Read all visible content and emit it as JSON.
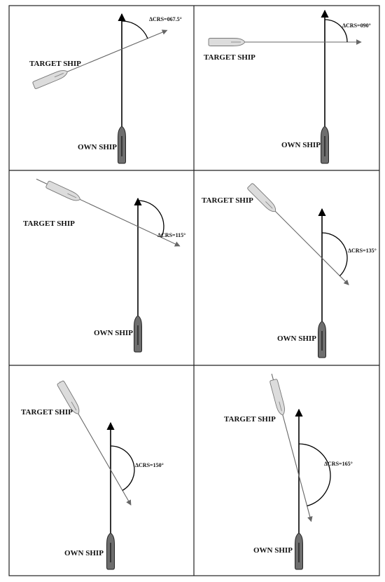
{
  "panels": [
    {
      "target_label": "TARGET SHIP",
      "own_label": "OWN SHIP",
      "angle_label": "ΔCRS=067.5°",
      "relative_course_deg": 67.5
    },
    {
      "target_label": "TARGET SHIP",
      "own_label": "OWN SHIP",
      "angle_label": "ΔCRS=090°",
      "relative_course_deg": 90
    },
    {
      "target_label": "TARGET SHIP",
      "own_label": "OWN SHIP",
      "angle_label": "ΔCRS=115°",
      "relative_course_deg": 115
    },
    {
      "target_label": "TARGET SHIP",
      "own_label": "OWN SHIP",
      "angle_label": "ΔCRS=135°",
      "relative_course_deg": 135
    },
    {
      "target_label": "TARGET SHIP",
      "own_label": "OWN SHIP",
      "angle_label": "ΔCRS=150°",
      "relative_course_deg": 150
    },
    {
      "target_label": "TARGET SHIP",
      "own_label": "OWN SHIP",
      "angle_label": "ΔCRS=165°",
      "relative_course_deg": 165
    }
  ],
  "colors": {
    "own_ship": "#6e6e6e",
    "target_ship": "#dcdcdc",
    "target_track": "#666666",
    "own_track": "#000000"
  }
}
